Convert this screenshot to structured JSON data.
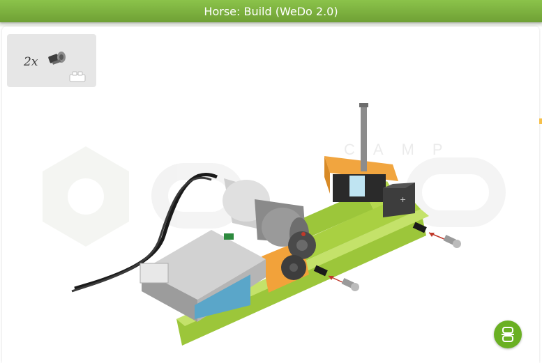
{
  "window": {
    "title": "Horse: Build (WeDo 2.0)"
  },
  "parts_callout": {
    "quantity": "2x",
    "part_icon": "axle-connector-icon",
    "container_icon": "brick-icon"
  },
  "watermark": {
    "text": "CAMP"
  },
  "fab": {
    "icon": "robot-head-icon"
  },
  "colors": {
    "header_green": "#7cb342",
    "lime_brick": "#a4cc3a",
    "orange_brick": "#f4a43a",
    "gray_hub": "#b8b8b8",
    "fab_green": "#6ab023"
  }
}
